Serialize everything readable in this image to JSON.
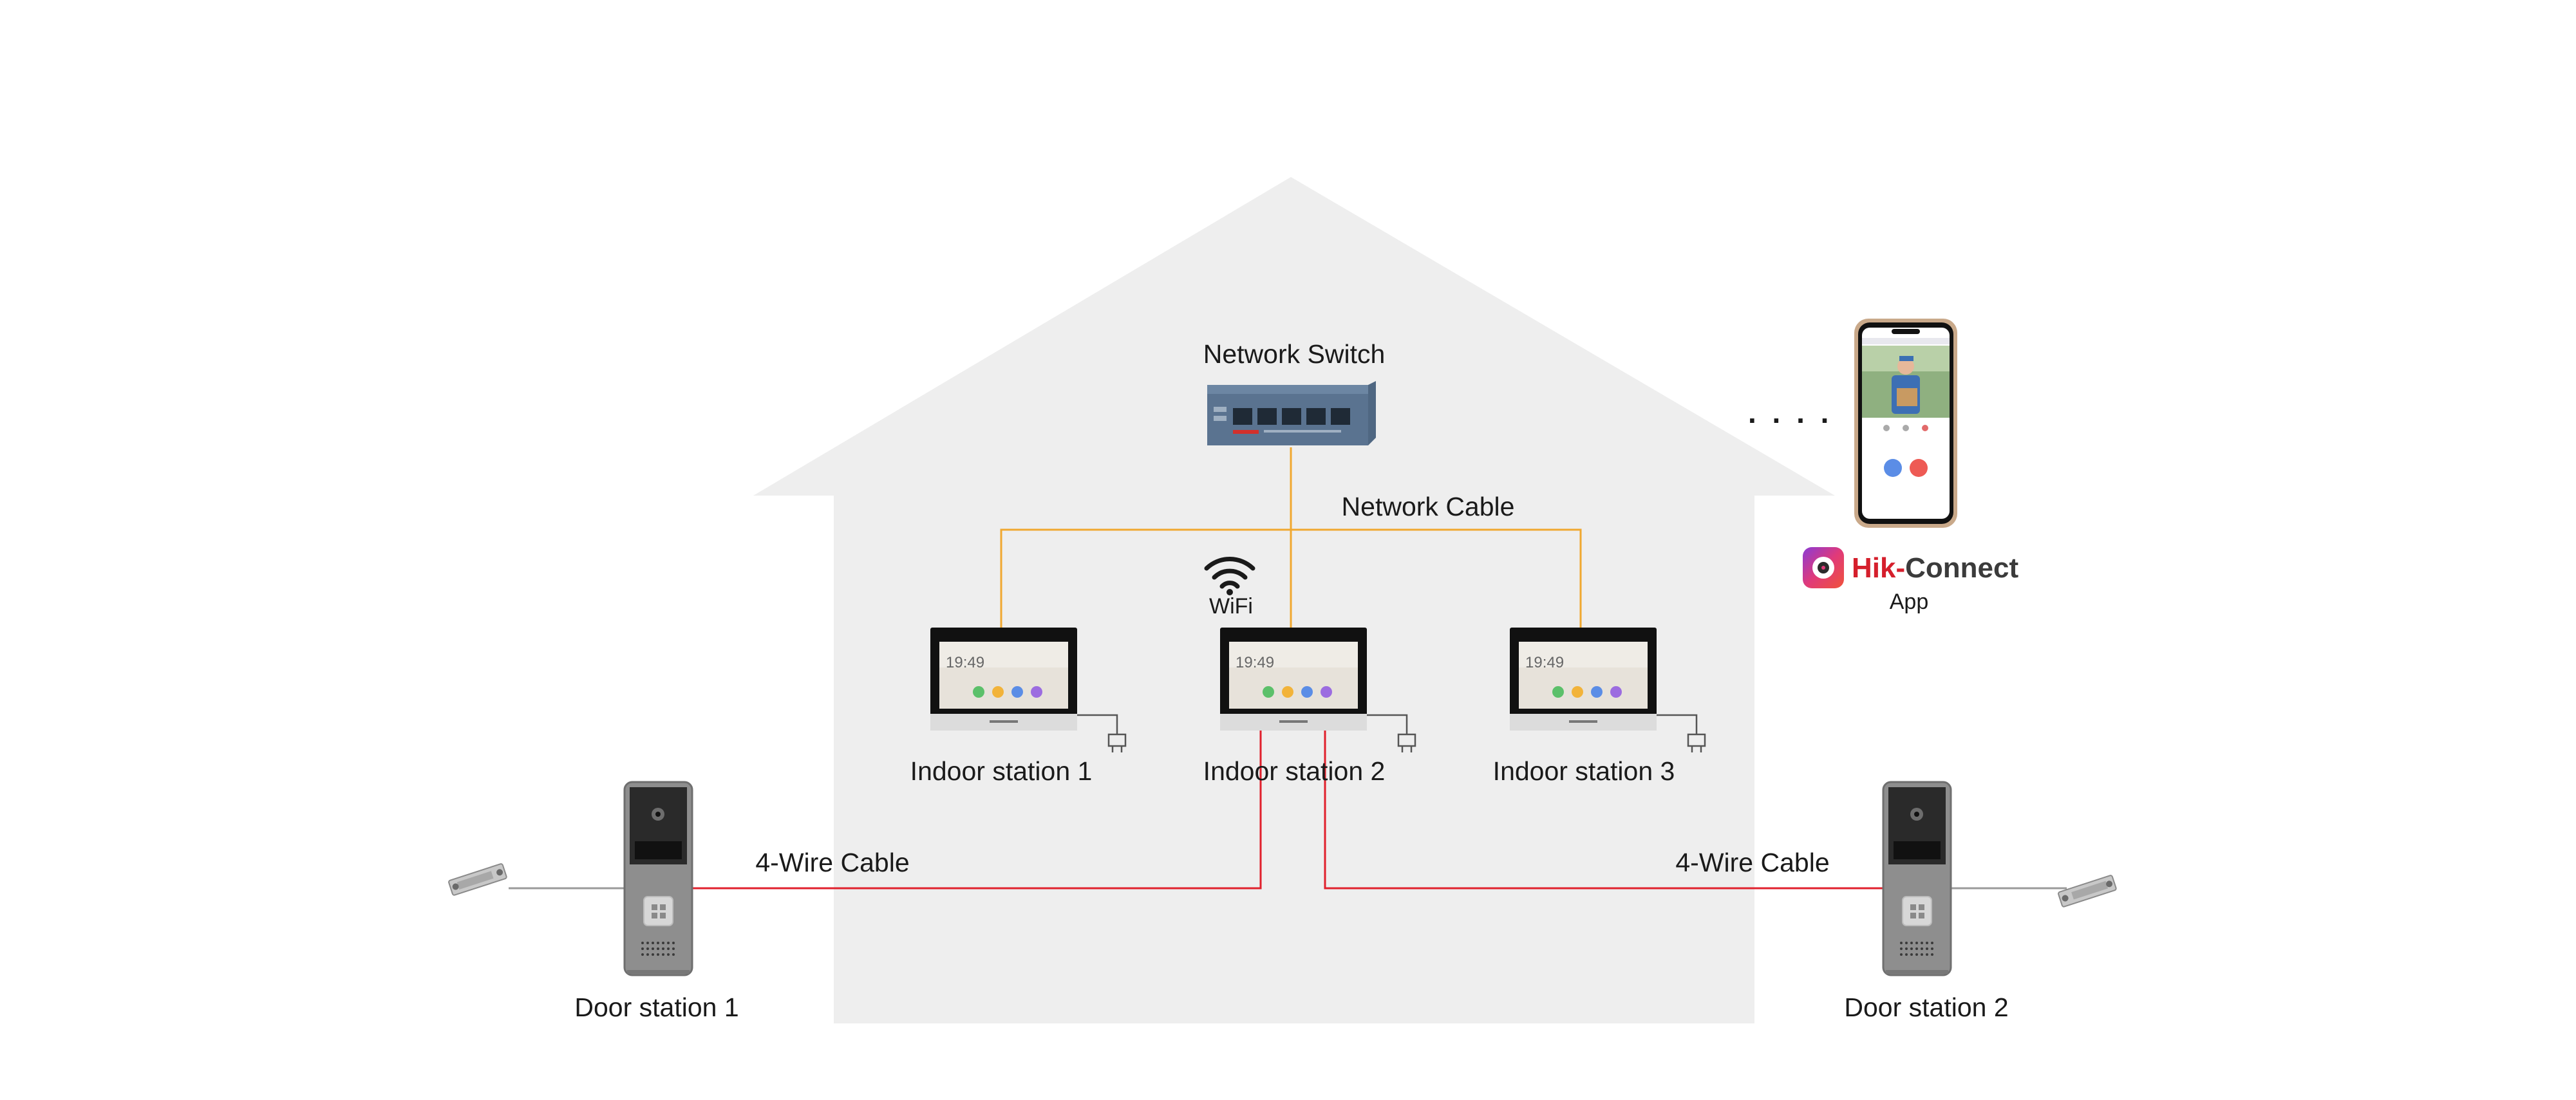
{
  "labels": {
    "network_switch": "Network Switch",
    "network_cable": "Network Cable",
    "wifi": "WiFi",
    "indoor_1": "Indoor station 1",
    "indoor_2": "Indoor station 2",
    "indoor_3": "Indoor station 3",
    "wire_left": "4-Wire Cable",
    "wire_right": "4-Wire Cable",
    "door_1": "Door station 1",
    "door_2": "Door station 2",
    "app_brand_prefix": "Hik-",
    "app_brand_suffix": "Connect",
    "app": "App",
    "ellipsis": ". . . ."
  },
  "screen": {
    "clock": "19:49"
  },
  "colors": {
    "house": "#eeeeee",
    "network_cable": "#f0a830",
    "wire_cable": "#e0202c",
    "lock_wire": "#9a9a9a",
    "switch_body": "#4f6782",
    "door_station": "#8e8e8e",
    "brand_red": "#d51f2c",
    "brand_dark": "#3b3b3b"
  },
  "icons": [
    "wifi-icon",
    "power-plug-icon",
    "electric-lock-icon",
    "hik-connect-logo-icon",
    "smartphone-icon"
  ]
}
